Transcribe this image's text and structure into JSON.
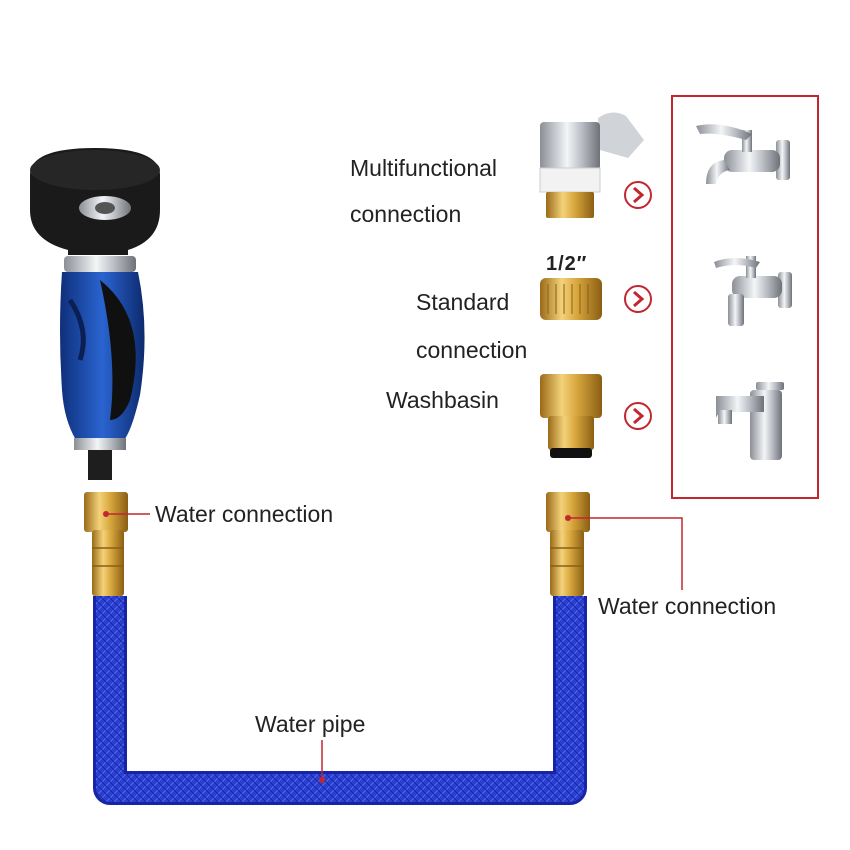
{
  "labels": {
    "multifunctional_line1": "Multifunctional",
    "multifunctional_line2": "connection",
    "half_inch": "1/2″",
    "standard_line1": "Standard",
    "standard_line2": "connection",
    "washbasin": "Washbasin",
    "water_connection_left": "Water connection",
    "water_connection_right": "Water connection",
    "water_pipe": "Water pipe"
  },
  "colors": {
    "accent_red": "#c2262e",
    "hose_blue": "#2a3fd0",
    "brass": "#d4a43a",
    "nozzle_blue": "#1f4fa8",
    "nozzle_black": "#151515"
  },
  "icons": [
    "spray-nozzle-icon",
    "brass-connector-icon",
    "faucet-icon",
    "basin-mixer-icon",
    "arrow-right-circle-icon"
  ]
}
